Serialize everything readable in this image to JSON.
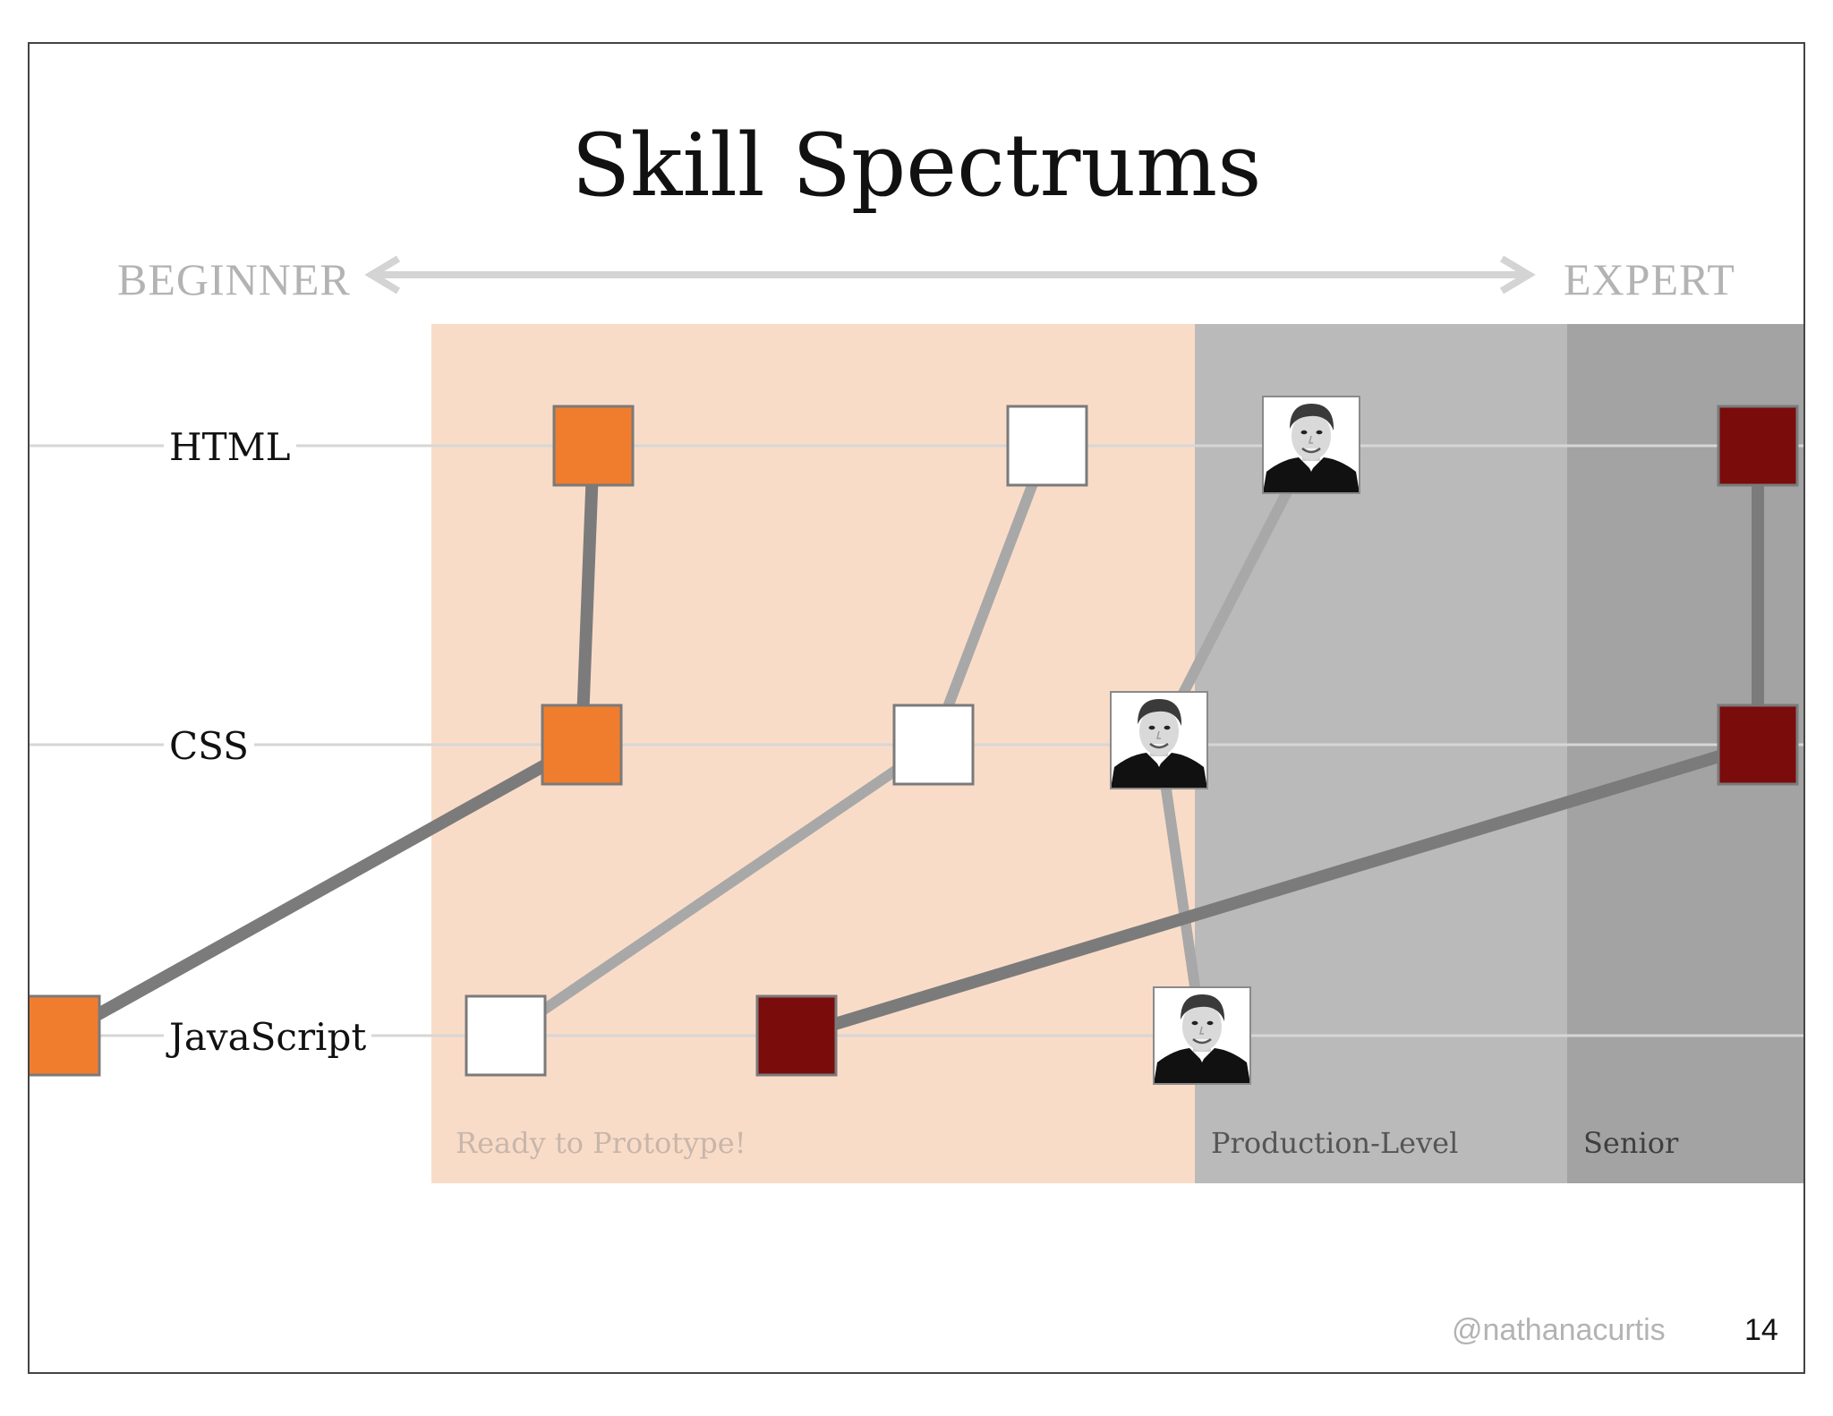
{
  "slide": {
    "title": "Skill Spectrums",
    "page_number": "14",
    "author_handle": "@nathanacurtis"
  },
  "scale": {
    "left_label": "BEGINNER",
    "right_label": "EXPERT"
  },
  "skills": [
    {
      "id": "html",
      "label": "HTML"
    },
    {
      "id": "css",
      "label": "CSS"
    },
    {
      "id": "javascript",
      "label": "JavaScript"
    }
  ],
  "zones": [
    {
      "id": "prototype",
      "label": "Ready to Prototype!",
      "color": "#f9dcc8",
      "label_color": "#c8b6aa"
    },
    {
      "id": "production",
      "label": "Production-Level",
      "color": "#bababa",
      "label_color": "#555555"
    },
    {
      "id": "senior",
      "label": "Senior",
      "color": "#a3a3a3",
      "label_color": "#3f3f3f"
    }
  ],
  "people": [
    {
      "name": "orange",
      "marker": "square",
      "fill": "#f07d2e",
      "line_color": "#7b7b7b"
    },
    {
      "name": "white",
      "marker": "square",
      "fill": "#ffffff",
      "line_color": "#a8a8a8"
    },
    {
      "name": "photo",
      "marker": "photo-icon",
      "fill": "#2a2a2a",
      "line_color": "#a8a8a8"
    },
    {
      "name": "darkred",
      "marker": "square",
      "fill": "#7a0c0c",
      "line_color": "#7b7b7b"
    }
  ],
  "colors": {
    "axis_arrow": "#d4d4d4",
    "skill_line": "#d6d6d6",
    "marker_border": "#7a7a7a"
  }
}
